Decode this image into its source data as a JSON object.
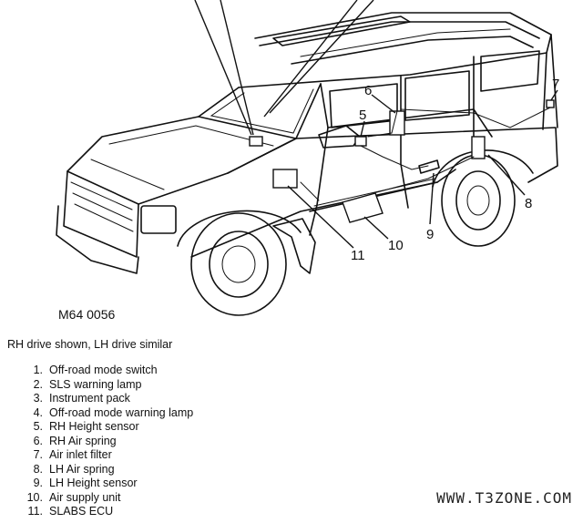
{
  "diagram": {
    "code": "M64 0056",
    "caption": "RH drive shown, LH drive similar",
    "watermark": "WWW.T3ZONE.COM",
    "callouts": [
      {
        "number": "6"
      },
      {
        "number": "5"
      },
      {
        "number": "7"
      },
      {
        "number": "8"
      },
      {
        "number": "9"
      },
      {
        "number": "10"
      },
      {
        "number": "11"
      }
    ]
  },
  "legend": {
    "items": [
      {
        "number": "1.",
        "label": "Off-road mode switch"
      },
      {
        "number": "2.",
        "label": "SLS warning lamp"
      },
      {
        "number": "3.",
        "label": "Instrument pack"
      },
      {
        "number": "4.",
        "label": "Off-road mode warning lamp"
      },
      {
        "number": "5.",
        "label": "RH Height sensor"
      },
      {
        "number": "6.",
        "label": "RH Air spring"
      },
      {
        "number": "7.",
        "label": "Air inlet filter"
      },
      {
        "number": "8.",
        "label": "LH Air spring"
      },
      {
        "number": "9.",
        "label": "LH Height sensor"
      },
      {
        "number": "10.",
        "label": "Air supply unit"
      },
      {
        "number": "11.",
        "label": "SLABS ECU"
      }
    ]
  }
}
